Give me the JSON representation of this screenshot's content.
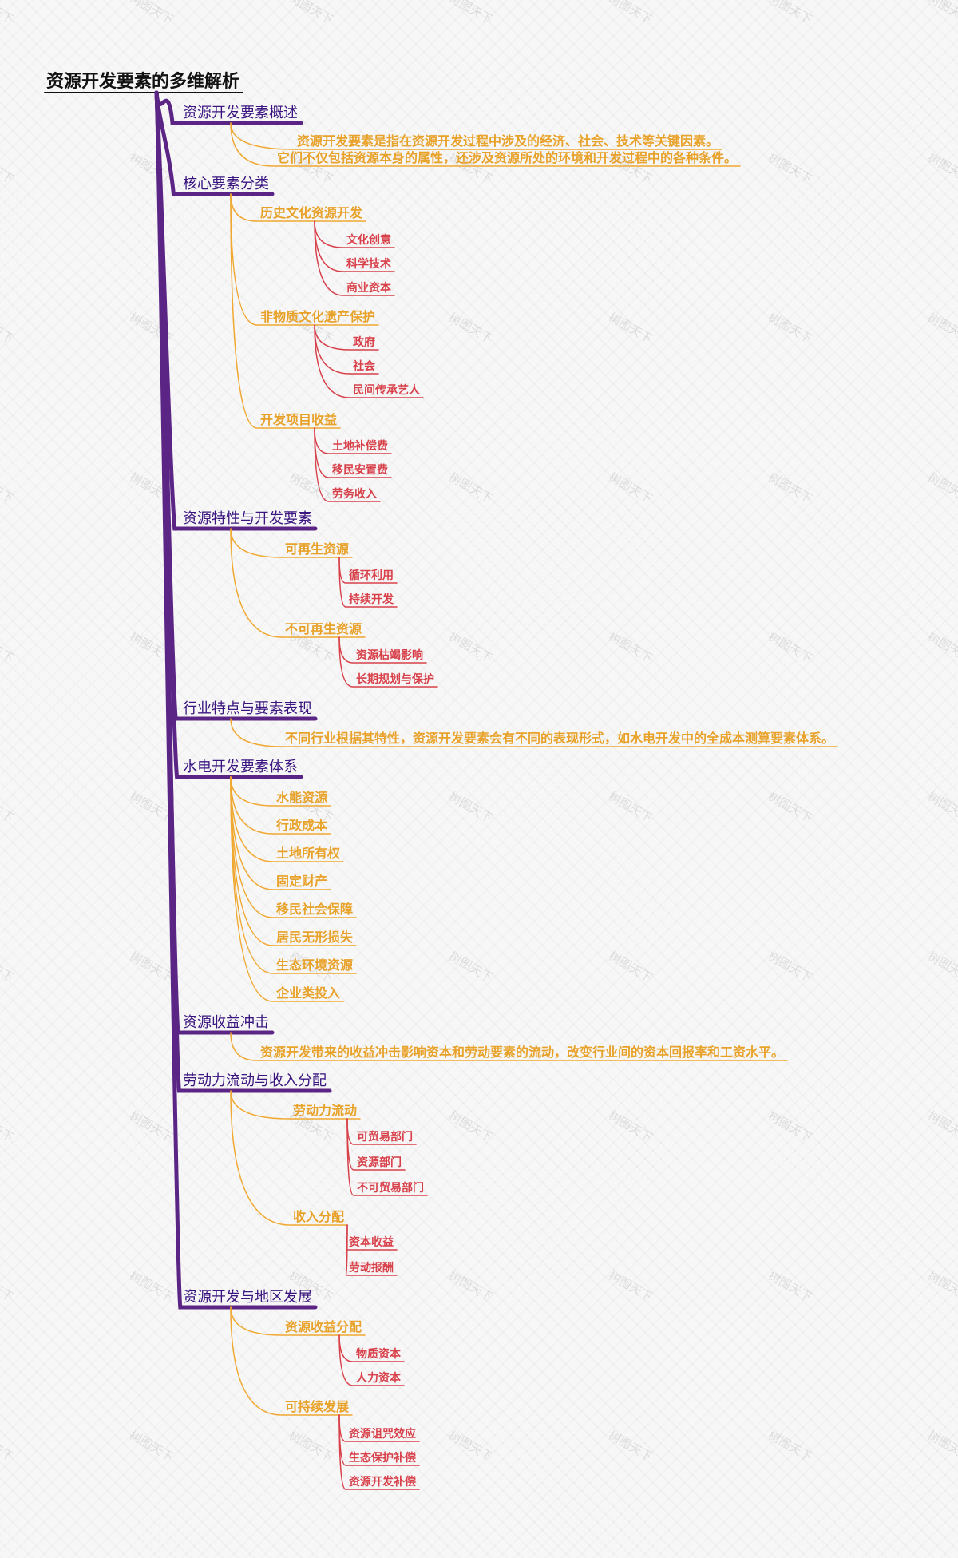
{
  "root": "资源开发要素的多维解析",
  "watermark": "树图天下",
  "colors": {
    "l1": "#5b2585",
    "l2": "#f0a830",
    "l3": "#d8404a"
  },
  "branches": {
    "overview": {
      "title": "资源开发要素概述",
      "desc_line1": "资源开发要素是指在资源开发过程中涉及的经济、社会、技术等关键因素。",
      "desc_line2": "它们不仅包括资源本身的属性，还涉及资源所处的环境和开发过程中的各种条件。"
    },
    "core": {
      "title": "核心要素分类",
      "groups": [
        {
          "label": "历史文化资源开发",
          "items": [
            "文化创意",
            "科学技术",
            "商业资本"
          ]
        },
        {
          "label": "非物质文化遗产保护",
          "items": [
            "政府",
            "社会",
            "民间传承艺人"
          ]
        },
        {
          "label": "开发项目收益",
          "items": [
            "土地补偿费",
            "移民安置费",
            "劳务收入"
          ]
        }
      ]
    },
    "traits": {
      "title": "资源特性与开发要素",
      "groups": [
        {
          "label": "可再生资源",
          "items": [
            "循环利用",
            "持续开发"
          ]
        },
        {
          "label": "不可再生资源",
          "items": [
            "资源枯竭影响",
            "长期规划与保护"
          ]
        }
      ]
    },
    "industry": {
      "title": "行业特点与要素表现",
      "desc": "不同行业根据其特性，资源开发要素会有不同的表现形式，如水电开发中的全成本测算要素体系。"
    },
    "hydro": {
      "title": "水电开发要素体系",
      "items": [
        "水能资源",
        "行政成本",
        "土地所有权",
        "固定财产",
        "移民社会保障",
        "居民无形损失",
        "生态环境资源",
        "企业类投入"
      ]
    },
    "impact": {
      "title": "资源收益冲击",
      "desc": "资源开发带来的收益冲击影响资本和劳动要素的流动，改变行业间的资本回报率和工资水平。"
    },
    "labor": {
      "title": "劳动力流动与收入分配",
      "groups": [
        {
          "label": "劳动力流动",
          "items": [
            "可贸易部门",
            "资源部门",
            "不可贸易部门"
          ]
        },
        {
          "label": "收入分配",
          "items": [
            "资本收益",
            "劳动报酬"
          ]
        }
      ]
    },
    "region": {
      "title": "资源开发与地区发展",
      "groups": [
        {
          "label": "资源收益分配",
          "items": [
            "物质资本",
            "人力资本"
          ]
        },
        {
          "label": "可持续发展",
          "items": [
            "资源诅咒效应",
            "生态保护补偿",
            "资源开发补偿"
          ]
        }
      ]
    }
  }
}
